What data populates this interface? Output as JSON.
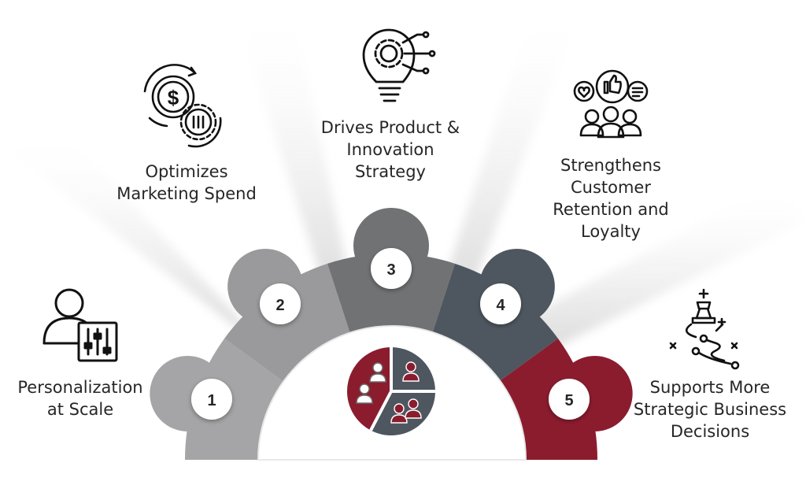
{
  "steps": [
    {
      "number": "1",
      "label": "Personalization\nat Scale",
      "color": "#a5a5a7",
      "icon": "user-equalizer-icon"
    },
    {
      "number": "2",
      "label": "Optimizes\nMarketing Spend",
      "color": "#9a9a9c",
      "icon": "dollar-gear-cycle-icon"
    },
    {
      "number": "3",
      "label": "Drives Product &\nInnovation\nStrategy",
      "color": "#707274",
      "icon": "lightbulb-gear-icon"
    },
    {
      "number": "4",
      "label": "Strengthens\nCustomer\nRetention and\nLoyalty",
      "color": "#4e5760",
      "icon": "customer-feedback-icon"
    },
    {
      "number": "5",
      "label": "Supports More\nStrategic Business\nDecisions",
      "color": "#8b1c2e",
      "icon": "chess-strategy-icon"
    }
  ],
  "center": {
    "icon": "people-segment-pie-icon",
    "accent": "#8b1c2e",
    "slate": "#4e5760"
  },
  "colors": {
    "text": "#262626",
    "number": "#262626"
  }
}
